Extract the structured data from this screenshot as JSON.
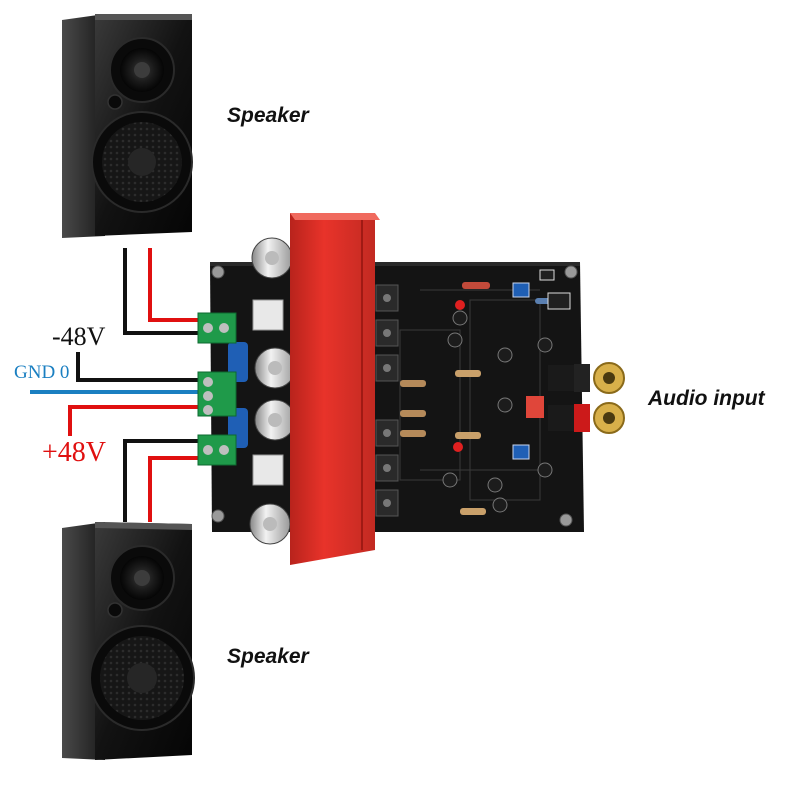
{
  "labels": {
    "speaker_top": "Speaker",
    "speaker_bottom": "Speaker",
    "audio_input": "Audio input",
    "neg_voltage": "-48V",
    "ground": "GND 0",
    "pos_voltage": "+48V"
  },
  "colors": {
    "wire_positive": "#e01010",
    "wire_negative": "#111111",
    "wire_ground": "#1a7fc1",
    "heatsink": "#e8332a",
    "pcb": "#141414",
    "terminal": "#1f9a4a",
    "capacitor_blue": "#1f5fb5"
  },
  "icons": [
    "speaker-icon",
    "rca-jack-icon",
    "terminal-block-icon",
    "capacitor-icon",
    "heatsink-icon"
  ]
}
